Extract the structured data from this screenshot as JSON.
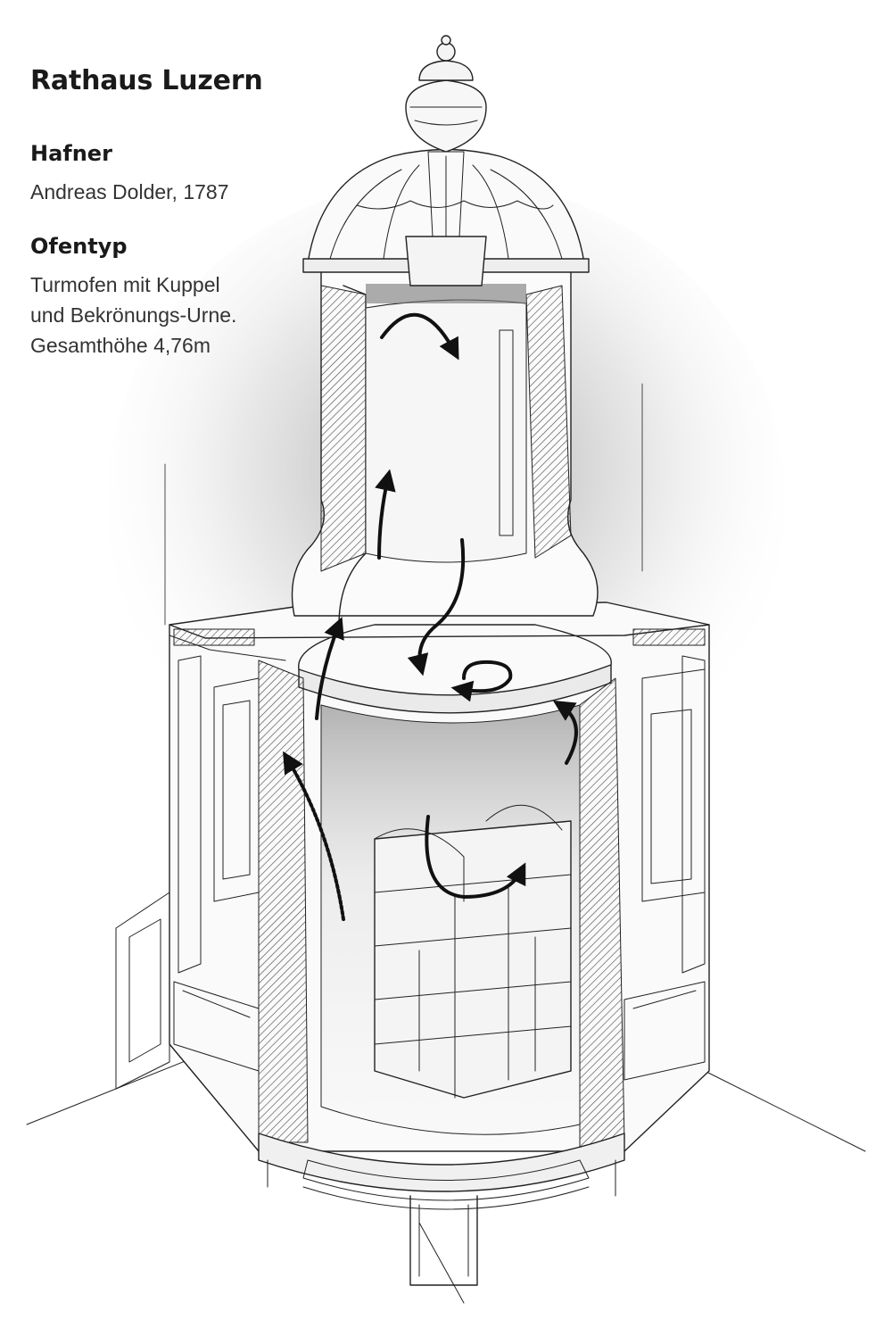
{
  "title": "Rathaus Luzern",
  "sections": [
    {
      "heading": "Hafner",
      "text": "Andreas Dolder, 1787"
    },
    {
      "heading": "Ofentyp",
      "text": "Turmofen mit Kuppel\nund Bekrönungs-Urne.\nGesamthöhe 4,76m"
    }
  ],
  "colors": {
    "ink": "#1a1a1a",
    "shade": "#c8c8c8",
    "arrow": "#111111"
  },
  "icons": [
    "airflow-arrow"
  ]
}
